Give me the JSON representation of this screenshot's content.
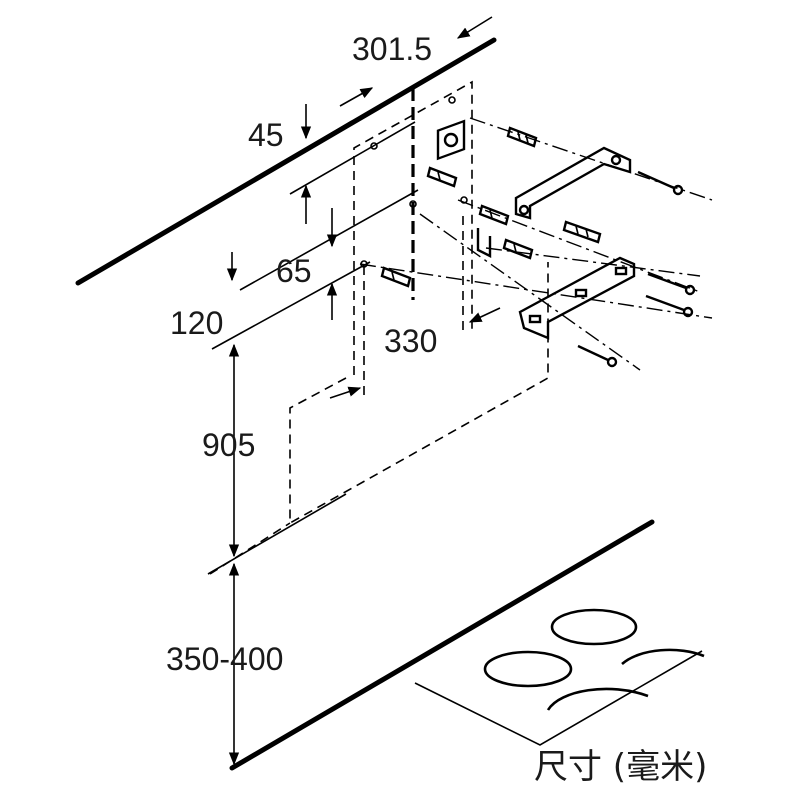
{
  "dimensions": {
    "d1": "301.5",
    "d2": "45",
    "d3": "65",
    "d4": "120",
    "d5": "330",
    "d6": "905",
    "d7": "350-400"
  },
  "caption": "尺寸 (毫米)"
}
